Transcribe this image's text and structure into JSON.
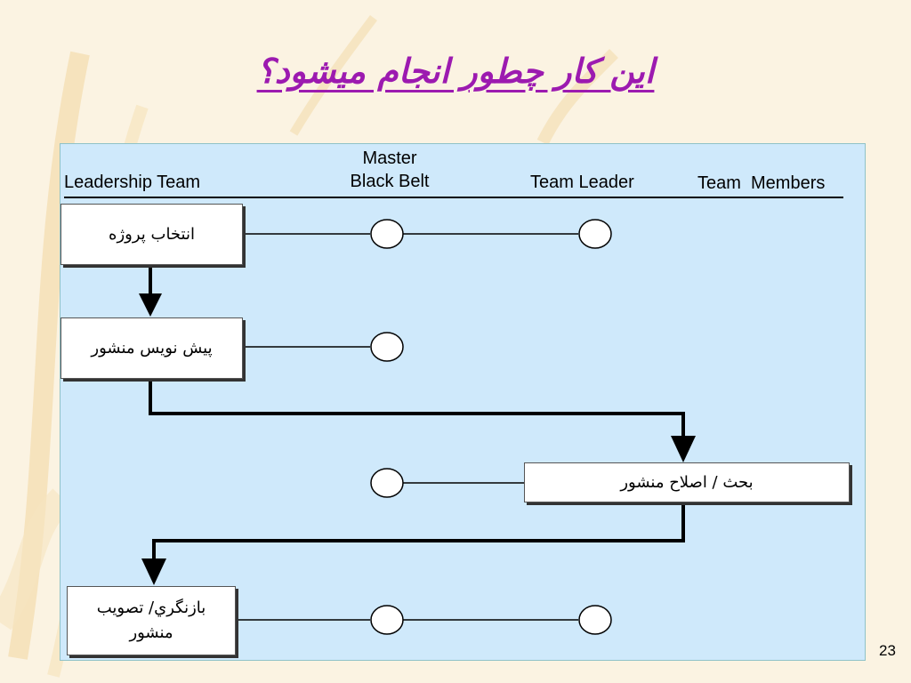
{
  "slide": {
    "title": "این کار چطور انجام میشود؟",
    "page_number": "23"
  },
  "columns": {
    "leadership": "Leadership Team",
    "mbb_line1": "Master",
    "mbb_line2": "Black Belt",
    "team_leader": "Team Leader",
    "team_members": "Team  Members"
  },
  "steps": [
    {
      "label": "انتخاب پروژه"
    },
    {
      "label": "پیش نویس منشور"
    },
    {
      "label": "بحث / اصلاح منشور"
    },
    {
      "label_line1": "بازنگري/ تصويب",
      "label_line2": "منشور"
    }
  ],
  "colors": {
    "title": "#9c1ab0",
    "panel": "#cfe9fb",
    "background": "#fbf3e2"
  }
}
